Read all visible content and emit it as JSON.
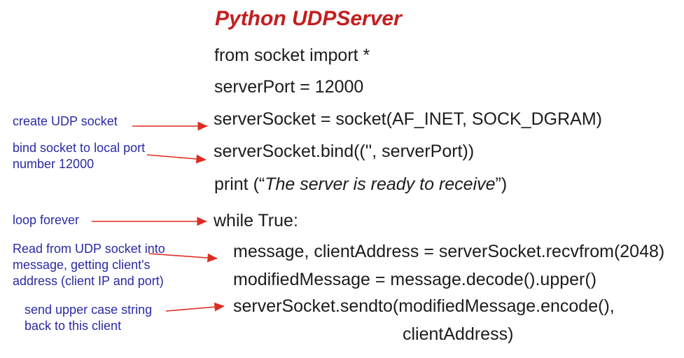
{
  "title": "Python UDPServer",
  "colors": {
    "background": "#ffffff",
    "code_text": "#1c1c1c",
    "title_red": "#c41e1e",
    "arrow_red": "#dd2d22",
    "annotation_blue": "#2a2aa5"
  },
  "code": {
    "line_from_import": "from socket import *",
    "line_server_port": "serverPort = 12000",
    "line_create_socket": "serverSocket = socket(AF_INET, SOCK_DGRAM)",
    "line_bind": "serverSocket.bind(('', serverPort))",
    "print_line": {
      "prefix": "print (“",
      "quoted": "The server is ready to receive",
      "suffix": "”)"
    },
    "line_while": "while True:",
    "line_recvfrom": "message, clientAddress = serverSocket.recvfrom(2048)",
    "line_upper": "modifiedMessage = message.decode().upper()",
    "line_sendto": "serverSocket.sendto(modifiedMessage.encode(),",
    "line_client_address": "clientAddress)"
  },
  "annotations": [
    {
      "text": "create UDP socket"
    },
    {
      "text": "bind socket to local port\nnumber 12000"
    },
    {
      "text": "loop forever"
    },
    {
      "text": "Read from UDP socket into\nmessage, getting client's\naddress (client IP and port)"
    },
    {
      "text": "send upper case string\nback to this client"
    }
  ],
  "icons": {
    "arrows": [
      "arrow-create-udp-socket",
      "arrow-bind-socket",
      "arrow-loop-forever",
      "arrow-read-from-socket",
      "arrow-send-upper-case"
    ]
  }
}
